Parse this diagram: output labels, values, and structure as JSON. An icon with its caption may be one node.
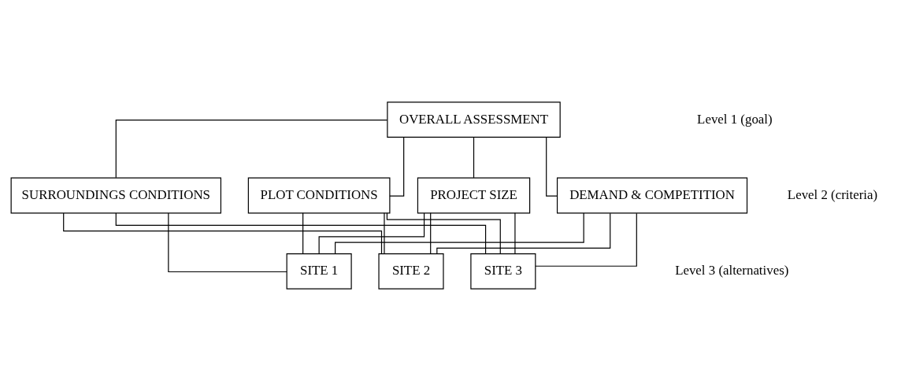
{
  "diagram": {
    "nodes": [
      {
        "text": [
          "OVERALL ASSESSMENT"
        ]
      },
      {
        "text": [
          "SURROUNDINGS CONDITIONS"
        ]
      },
      {
        "text": [
          "PLOT CONDITIONS"
        ]
      },
      {
        "text": [
          "PROJECT SIZE"
        ]
      },
      {
        "text": [
          "DEMAND & COMPETITION"
        ]
      },
      {
        "text": [
          "SITE 1"
        ]
      },
      {
        "text": [
          "SITE 2"
        ]
      },
      {
        "text": [
          "SITE 3"
        ]
      }
    ],
    "edges": [
      {
        "from": 0,
        "to": 1,
        "arrow": "none"
      },
      {
        "from": 0,
        "to": 2,
        "arrow": "none"
      },
      {
        "from": 0,
        "to": 3,
        "arrow": "none"
      },
      {
        "from": 0,
        "to": 4,
        "arrow": "none"
      },
      {
        "from": 1,
        "to": 5,
        "arrow": "none"
      },
      {
        "from": 1,
        "to": 6,
        "arrow": "none"
      },
      {
        "from": 1,
        "to": 7,
        "arrow": "none"
      },
      {
        "from": 2,
        "to": 5,
        "arrow": "none"
      },
      {
        "from": 2,
        "to": 6,
        "arrow": "none"
      },
      {
        "from": 2,
        "to": 7,
        "arrow": "none"
      },
      {
        "from": 3,
        "to": 5,
        "arrow": "none"
      },
      {
        "from": 3,
        "to": 6,
        "arrow": "none"
      },
      {
        "from": 3,
        "to": 7,
        "arrow": "none"
      },
      {
        "from": 4,
        "to": 5,
        "arrow": "none"
      },
      {
        "from": 4,
        "to": 6,
        "arrow": "none"
      },
      {
        "from": 4,
        "to": 7,
        "arrow": "none"
      }
    ],
    "labels": [
      "Level 1 (goal)",
      "Level 2 (criteria)",
      "Level 3 (alternatives)"
    ]
  }
}
